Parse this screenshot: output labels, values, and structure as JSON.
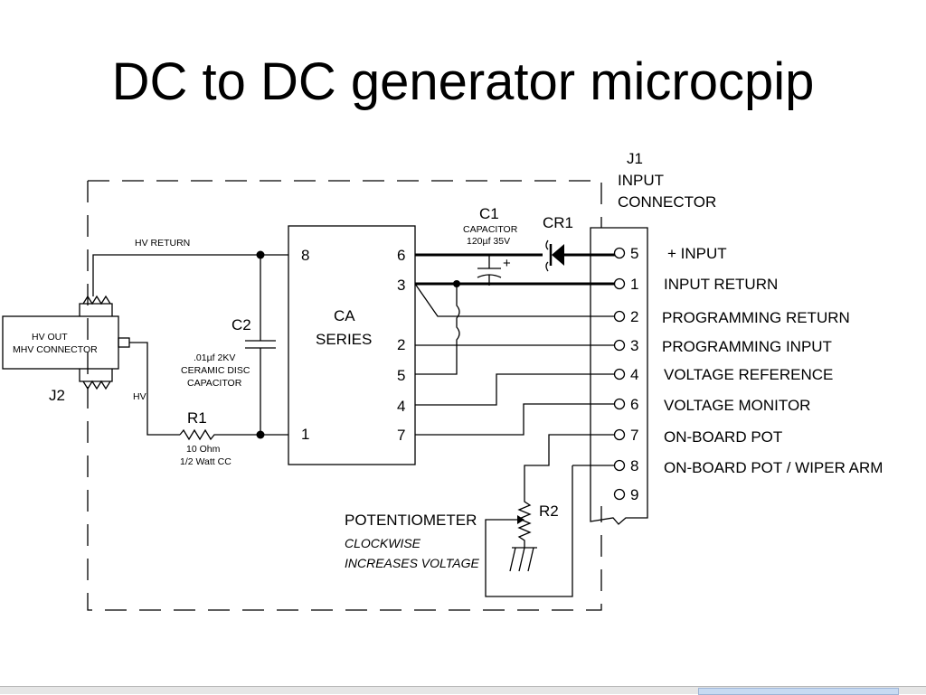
{
  "title": "DC to DC generator microcpip",
  "connector": {
    "ref": "J1",
    "name_line1": "INPUT",
    "name_line2": "CONNECTOR",
    "pins": [
      {
        "pin": "5",
        "label": "+ INPUT"
      },
      {
        "pin": "1",
        "label": "INPUT RETURN"
      },
      {
        "pin": "2",
        "label": "PROGRAMMING RETURN"
      },
      {
        "pin": "3",
        "label": "PROGRAMMING INPUT"
      },
      {
        "pin": "4",
        "label": "VOLTAGE REFERENCE"
      },
      {
        "pin": "6",
        "label": "VOLTAGE MONITOR"
      },
      {
        "pin": "7",
        "label": "ON-BOARD POT"
      },
      {
        "pin": "8",
        "label": "ON-BOARD POT / WIPER ARM"
      },
      {
        "pin": "9",
        "label": ""
      }
    ]
  },
  "module": {
    "line1": "CA",
    "line2": "SERIES",
    "pins_left": [
      "8",
      "1"
    ],
    "pins_right": [
      "6",
      "3",
      "2",
      "5",
      "4",
      "7"
    ]
  },
  "c1": {
    "ref": "C1",
    "line1": "CAPACITOR",
    "line2": "120µf 35V",
    "polarity": "+"
  },
  "cr1": {
    "ref": "CR1"
  },
  "c2": {
    "ref": "C2",
    "line1": ".01µf 2KV",
    "line2": "CERAMIC DISC",
    "line3": "CAPACITOR"
  },
  "r1": {
    "ref": "R1",
    "line1": "10 Ohm",
    "line2": "1/2 Watt CC"
  },
  "r2": {
    "ref": "R2"
  },
  "potentiometer": {
    "label": "POTENTIOMETER",
    "note_line1": "CLOCKWISE",
    "note_line2": "INCREASES VOLTAGE"
  },
  "j2": {
    "ref": "J2",
    "line1": "HV OUT",
    "line2": "MHV CONNECTOR"
  },
  "wires": {
    "hv_return": "HV RETURN",
    "hv": "HV"
  }
}
